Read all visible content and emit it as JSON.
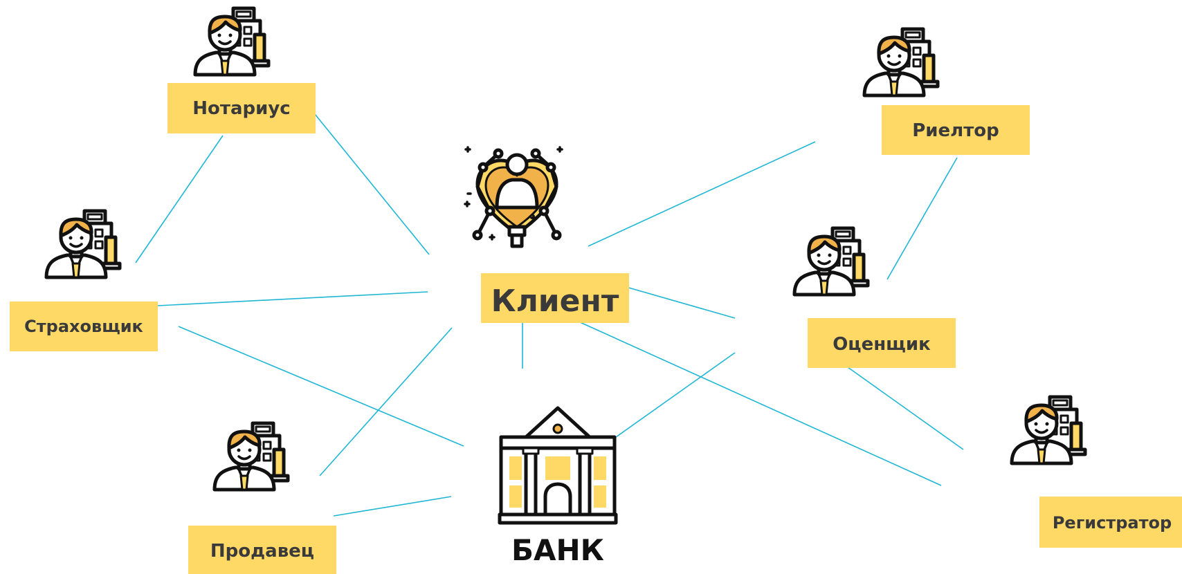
{
  "diagram": {
    "nodes": {
      "client": "Клиент",
      "bank": "БАНК",
      "notary": "Нотариус",
      "insurer": "Страховщик",
      "seller": "Продавец",
      "realtor": "Риелтор",
      "appraiser": "Оценщик",
      "registrar": "Регистратор"
    },
    "icons": {
      "client": "client-heart-network-icon",
      "bank": "bank-building-icon",
      "specialist": "specialist-with-building-icon"
    },
    "colors": {
      "accent": "#ffd966",
      "connector": "#1fb6d6",
      "text": "#3a3a3a"
    }
  }
}
